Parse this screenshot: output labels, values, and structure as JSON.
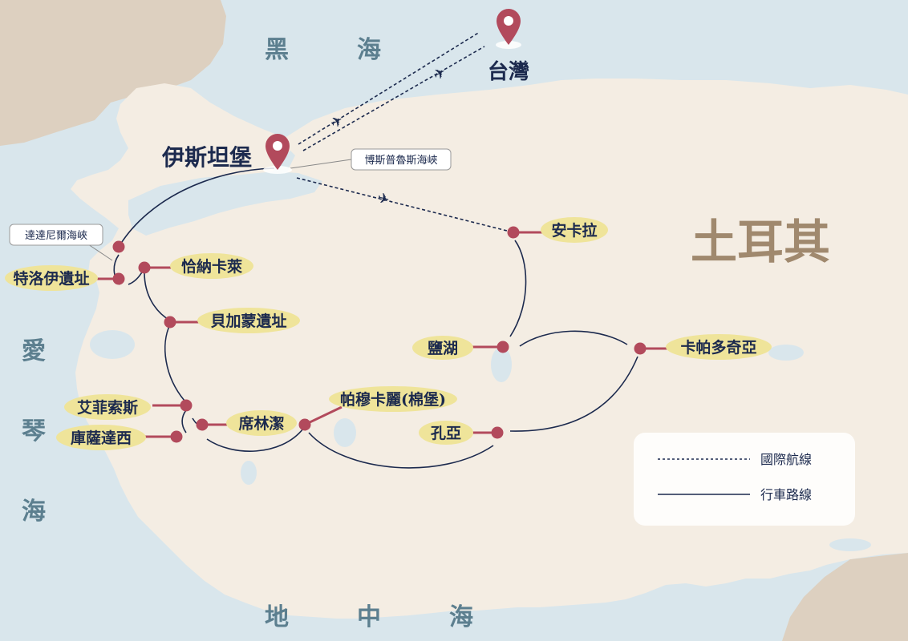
{
  "seas": {
    "black_sea": [
      "黑",
      "海"
    ],
    "aegean_sea": [
      "愛",
      "琴",
      "海"
    ],
    "mediterranean": [
      "地",
      "中",
      "海"
    ]
  },
  "country": "土耳其",
  "origin": {
    "name": "台灣"
  },
  "hub": {
    "name": "伊斯坦堡"
  },
  "callouts": {
    "bosphorus": "博斯普魯斯海峽",
    "dardanelles": "達達尼爾海峽"
  },
  "stops": {
    "troy": "特洛伊遺址",
    "canakkale": "恰納卡萊",
    "bergama": "貝加蒙遺址",
    "ephesus": "艾菲索斯",
    "kusadasi": "庫薩達西",
    "sirince": "席林潔",
    "pamukkale": "帕穆卡麗(棉堡)",
    "konya": "孔亞",
    "salt_lake": "鹽湖",
    "cappadocia": "卡帕多奇亞",
    "ankara": "安卡拉"
  },
  "legend": {
    "flight": "國際航線",
    "drive": "行車路線"
  },
  "colors": {
    "sea": "#d9e6ec",
    "land": "#f4ede3",
    "neighbor_land": "#ddd0c0",
    "route": "#1c2a4e",
    "stop_dot": "#b24a5c",
    "label_highlight": "#efe49a",
    "pin": "#b24a5c"
  }
}
